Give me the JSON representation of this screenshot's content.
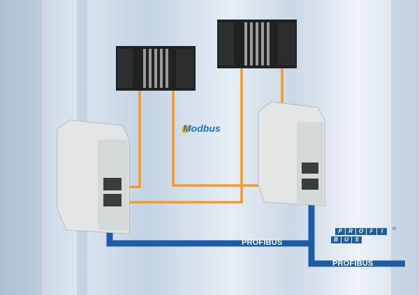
{
  "diagram": {
    "modbus_logo": "Modbus",
    "profibus_logo": {
      "row1": [
        "P",
        "R",
        "O",
        "F",
        "I"
      ],
      "row2": [
        "B",
        "U",
        "S"
      ],
      "mark": "®"
    },
    "profibus_label_1": "PROFIBUS",
    "profibus_label_2": "PROFIBUS",
    "colors": {
      "modbus_line": "#f39a2a",
      "profibus_line": "#1e5ca8",
      "device_body": "#e4e6e6",
      "plc_body": "#1f2122"
    }
  }
}
